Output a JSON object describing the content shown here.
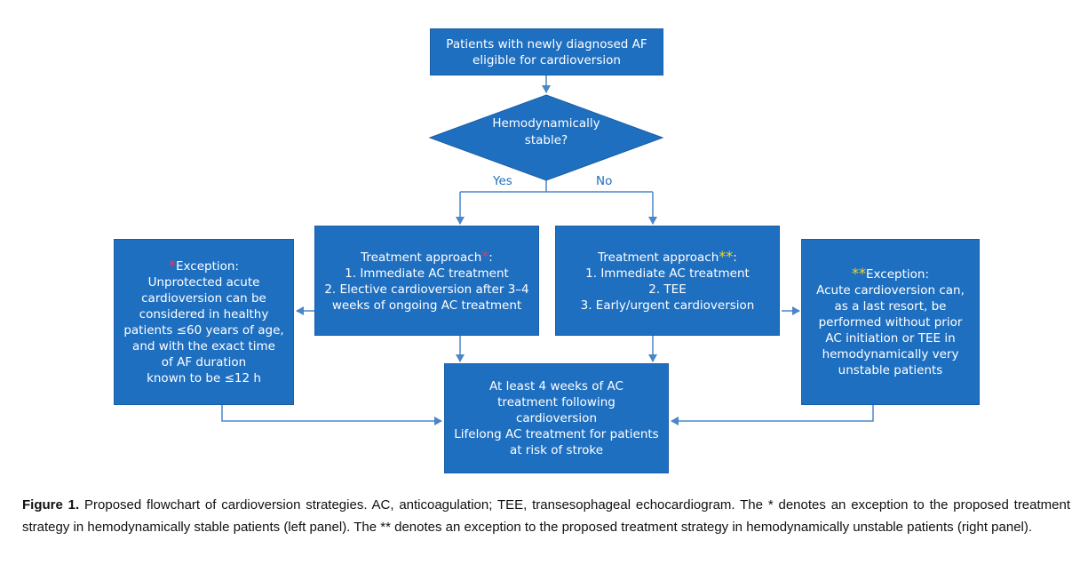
{
  "start": {
    "lines": [
      "Patients with newly diagnosed AF",
      "eligible for cardioversion"
    ]
  },
  "decision": {
    "lines": [
      "Hemodynamically",
      "stable?"
    ],
    "yes": "Yes",
    "no": "No"
  },
  "treat_stable": {
    "title": "Treatment approach",
    "star": "*",
    "title_end": ":",
    "lines": [
      "1. Immediate AC treatment",
      "2. Elective cardioversion after 3–4",
      "weeks of ongoing AC treatment"
    ]
  },
  "treat_unstable": {
    "title": "Treatment approach",
    "star": "**",
    "title_end": ":",
    "lines": [
      "1. Immediate AC treatment",
      "2. TEE",
      "3. Early/urgent cardioversion"
    ]
  },
  "exception_left": {
    "star": "*",
    "title": "Exception:",
    "lines": [
      "Unprotected acute",
      "cardioversion can be",
      "considered in healthy",
      "patients ≤60 years of age,",
      "and with the exact time",
      "of AF  duration",
      "known to be ≤12 h"
    ]
  },
  "exception_right": {
    "star": "**",
    "title": "Exception:",
    "lines": [
      "Acute cardioversion can,",
      "as a last resort, be",
      "performed without prior",
      "AC initiation or TEE in",
      "hemodynamically very",
      "unstable patients"
    ]
  },
  "outcome": {
    "lines": [
      "At least 4 weeks of AC",
      "treatment following",
      "cardioversion",
      "Lifelong AC treatment for patients",
      "at risk of stroke"
    ]
  },
  "caption": {
    "label": "Figure 1.",
    "text": " Proposed flowchart of cardioversion strategies. AC, anticoagulation; TEE, transesophageal echocardiogram. The * denotes an exception to the proposed treatment strategy in hemodynamically stable patients (left panel). The ** denotes an exception to the proposed treatment strategy in hemodynamically unstable patients (right panel)."
  },
  "colors": {
    "box_fill": "#1f6fc1",
    "arrow": "#4a86c8",
    "star_red": "#e8375a",
    "star_yellow": "#f2d51f"
  }
}
